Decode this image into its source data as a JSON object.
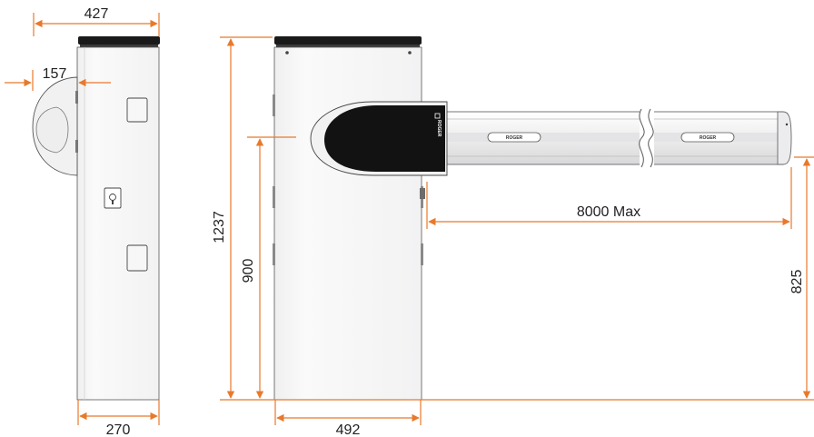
{
  "colors": {
    "dimension": "#e8792b",
    "outline": "#555555",
    "cabinet_fill": "#f7f7f8",
    "cabinet_edge": "#dcdcdc",
    "cap": "#1a1a1a",
    "motor_cover": "#121212",
    "boom_fill": "#f2f2f3",
    "text": "#222222"
  },
  "dimensions": {
    "side_width": "427",
    "cover_depth": "157",
    "base_width": "270",
    "total_height": "1237",
    "boom_height_axis": "900",
    "front_base_width": "492",
    "boom_length": "8000 Max",
    "boom_clearance": "825"
  },
  "brand": {
    "motor_logo": "ROGER",
    "boom_logo_1": "ROGER",
    "boom_logo_2": "ROGER"
  },
  "icons": {
    "key_lock": "key-lock-icon",
    "boom_break": "break-symbol-icon"
  }
}
